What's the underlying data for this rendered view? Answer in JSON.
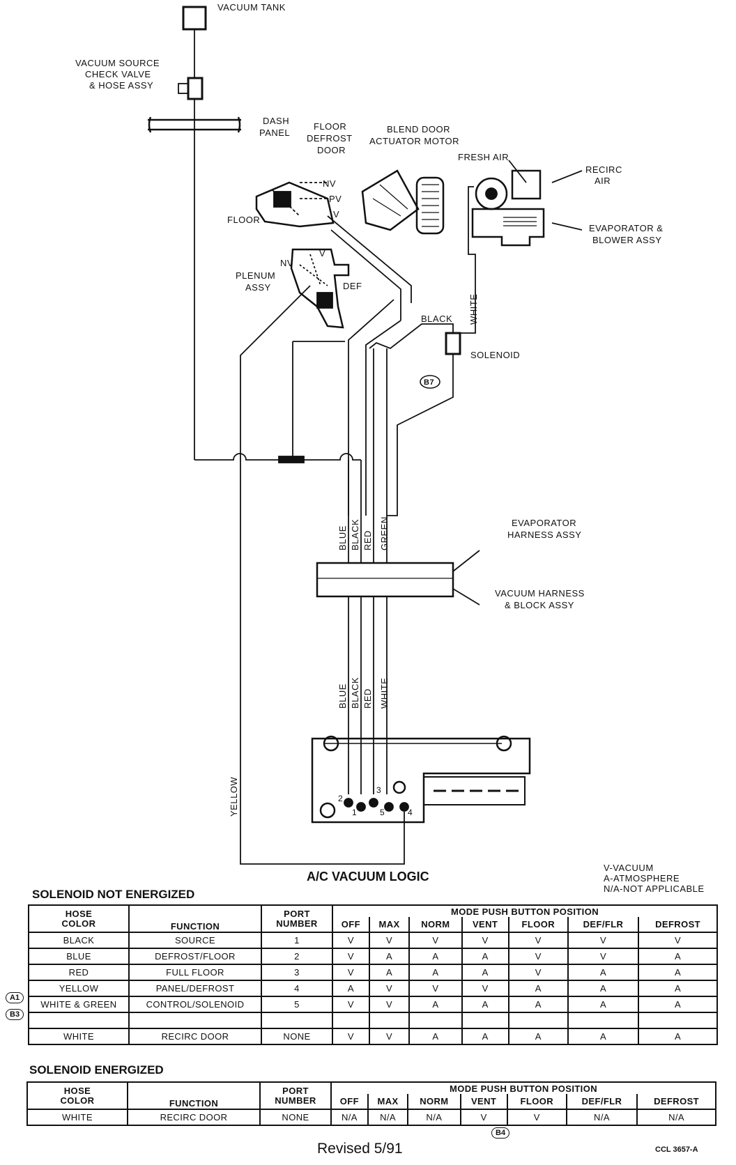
{
  "diagram": {
    "vacuum_tank": "VACUUM TANK",
    "check_valve": [
      "VACUUM SOURCE",
      "CHECK VALVE",
      "& HOSE ASSY"
    ],
    "dash_panel": [
      "DASH",
      "PANEL"
    ],
    "floor_defrost_door": [
      "FLOOR",
      "DEFROST",
      "DOOR"
    ],
    "blend_door": [
      "BLEND DOOR",
      "ACTUATOR MOTOR"
    ],
    "fresh_air": "FRESH AIR",
    "recirc_air": [
      "RECIRC",
      "AIR"
    ],
    "evaporator_blower": [
      "EVAPORATOR &",
      "BLOWER ASSY"
    ],
    "floor": "FLOOR",
    "nv": "NV",
    "pv": "PV",
    "v": "V",
    "plenum_assy": [
      "PLENUM",
      "ASSY"
    ],
    "plenum_nv": "NV",
    "plenum_v": "V",
    "def": "DEF",
    "black_top": "BLACK",
    "white_top": "WHITE",
    "solenoid": "SOLENOID",
    "b7": "B7",
    "evaporator_harness": [
      "EVAPORATOR",
      "HARNESS ASSY"
    ],
    "vacuum_harness": [
      "VACUUM HARNESS",
      "& BLOCK ASSY"
    ],
    "upper_hoses": [
      "BLUE",
      "BLACK",
      "RED",
      "GREEN"
    ],
    "lower_hoses": [
      "BLUE",
      "BLACK",
      "RED",
      "WHITE"
    ],
    "yellow": "YELLOW",
    "ports": [
      "2",
      "1",
      "3",
      "5",
      "4"
    ]
  },
  "title": "A/C VACUUM LOGIC",
  "legend": [
    "V-VACUUM",
    "A-ATMOSPHERE",
    "N/A-NOT APPLICABLE"
  ],
  "table1": {
    "title": "SOLENOID NOT ENERGIZED",
    "hose_color_header": [
      "HOSE",
      "COLOR"
    ],
    "function_header": "FUNCTION",
    "port_header": [
      "PORT",
      "NUMBER"
    ],
    "mode_header": "MODE PUSH BUTTON POSITION",
    "modes": [
      "OFF",
      "MAX",
      "NORM",
      "VENT",
      "FLOOR",
      "DEF/FLR",
      "DEFROST"
    ],
    "rows": [
      {
        "color": "BLACK",
        "function": "SOURCE",
        "port": "1",
        "values": [
          "V",
          "V",
          "V",
          "V",
          "V",
          "V",
          "V"
        ]
      },
      {
        "color": "BLUE",
        "function": "DEFROST/FLOOR",
        "port": "2",
        "values": [
          "V",
          "A",
          "A",
          "A",
          "V",
          "V",
          "A"
        ]
      },
      {
        "color": "RED",
        "function": "FULL FLOOR",
        "port": "3",
        "values": [
          "V",
          "A",
          "A",
          "A",
          "V",
          "A",
          "A"
        ]
      },
      {
        "color": "YELLOW",
        "function": "PANEL/DEFROST",
        "port": "4",
        "values": [
          "A",
          "V",
          "V",
          "V",
          "A",
          "A",
          "A"
        ]
      },
      {
        "color": "WHITE & GREEN",
        "function": "CONTROL/SOLENOID",
        "port": "5",
        "values": [
          "V",
          "V",
          "A",
          "A",
          "A",
          "A",
          "A"
        ]
      },
      {
        "color": "",
        "function": "",
        "port": "",
        "values": [
          "",
          "",
          "",
          "",
          "",
          "",
          ""
        ]
      },
      {
        "color": "WHITE",
        "function": "RECIRC DOOR",
        "port": "NONE",
        "values": [
          "V",
          "V",
          "A",
          "A",
          "A",
          "A",
          "A"
        ]
      }
    ],
    "markers": [
      "A1",
      "B3"
    ]
  },
  "table2": {
    "title": "SOLENOID ENERGIZED",
    "hose_color_header": [
      "HOSE",
      "COLOR"
    ],
    "function_header": "FUNCTION",
    "port_header": [
      "PORT",
      "NUMBER"
    ],
    "mode_header": "MODE PUSH BUTTON POSITION",
    "modes": [
      "OFF",
      "MAX",
      "NORM",
      "VENT",
      "FLOOR",
      "DEF/FLR",
      "DEFROST"
    ],
    "row": {
      "color": "WHITE",
      "function": "RECIRC DOOR",
      "port": "NONE",
      "values": [
        "N/A",
        "N/A",
        "N/A",
        "V",
        "V",
        "N/A",
        "N/A"
      ]
    },
    "marker": "B4"
  },
  "revised": "Revised 5/91",
  "code": "CCL 3657-A"
}
